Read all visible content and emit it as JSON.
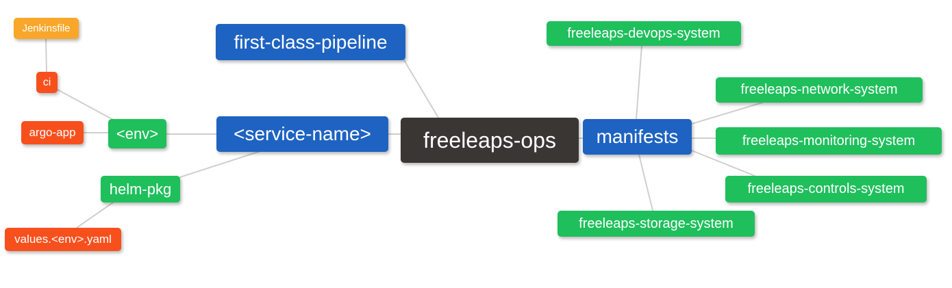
{
  "diagram": {
    "nodes": {
      "root": {
        "label": "freeleaps-ops"
      },
      "first_class_pipeline": {
        "label": "first-class-pipeline"
      },
      "service_name": {
        "label": "<service-name>"
      },
      "manifests": {
        "label": "manifests"
      },
      "env": {
        "label": "<env>"
      },
      "helm_pkg": {
        "label": "helm-pkg"
      },
      "ci": {
        "label": "ci"
      },
      "argo_app": {
        "label": "argo-app"
      },
      "jenkinsfile": {
        "label": "Jenkinsfile"
      },
      "values_env_yaml": {
        "label": "values.<env>.yaml"
      },
      "devops_system": {
        "label": "freeleaps-devops-system"
      },
      "network_system": {
        "label": "freeleaps-network-system"
      },
      "monitoring_system": {
        "label": "freeleaps-monitoring-system"
      },
      "controls_system": {
        "label": "freeleaps-controls-system"
      },
      "storage_system": {
        "label": "freeleaps-storage-system"
      }
    },
    "edges": [
      {
        "from": "jenkinsfile",
        "to": "ci"
      },
      {
        "from": "ci",
        "to": "env"
      },
      {
        "from": "argo_app",
        "to": "env"
      },
      {
        "from": "env",
        "to": "service_name"
      },
      {
        "from": "helm_pkg",
        "to": "service_name"
      },
      {
        "from": "values_env_yaml",
        "to": "helm_pkg"
      },
      {
        "from": "first_class_pipeline",
        "to": "root"
      },
      {
        "from": "service_name",
        "to": "root"
      },
      {
        "from": "root",
        "to": "manifests"
      },
      {
        "from": "manifests",
        "to": "devops_system"
      },
      {
        "from": "manifests",
        "to": "network_system"
      },
      {
        "from": "manifests",
        "to": "monitoring_system"
      },
      {
        "from": "manifests",
        "to": "controls_system"
      },
      {
        "from": "manifests",
        "to": "storage_system"
      }
    ],
    "colors": {
      "root_bg": "#3A3633",
      "blue": "#1E63C2",
      "green": "#1FBF5C",
      "red": "#F8501D",
      "orange": "#F9A72B",
      "edge": "#CFCFCF",
      "text": "#FFFFFF"
    }
  }
}
